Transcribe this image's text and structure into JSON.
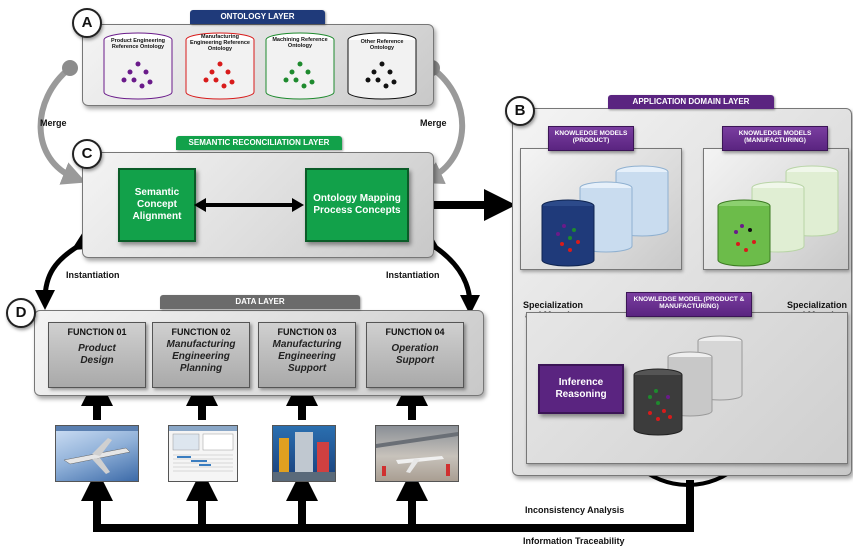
{
  "layers": {
    "ontology": {
      "badge": "A",
      "tab": "ONTOLOGY LAYER"
    },
    "application": {
      "badge": "B",
      "tab": "APPLICATION DOMAIN LAYER"
    },
    "semantic": {
      "badge": "C",
      "tab": "SEMANTIC RECONCILIATION LAYER"
    },
    "data": {
      "badge": "D",
      "tab": "DATA LAYER"
    }
  },
  "ontologies": [
    {
      "label": "Product Engineering Reference Ontology",
      "color": "#6a1b8a"
    },
    {
      "label": "Manufacturing Engineering Reference Ontology",
      "color": "#d81b1b"
    },
    {
      "label": "Machining Reference Ontology",
      "color": "#1e8a2e"
    },
    {
      "label": "Other Reference Ontology",
      "color": "#111111"
    }
  ],
  "semantic": {
    "box1": "Semantic Concept Alignment",
    "box2": "Ontology Mapping Process Concepts"
  },
  "arrows": {
    "merge_left": "Merge",
    "merge_right": "Merge",
    "inst_left": "Instantiation",
    "inst_right": "Instantiation",
    "spec_left": "Specialization and Mapping",
    "spec_right": "Specialization and Mapping",
    "inconsistency": "Inconsistency Analysis",
    "traceability": "Information Traceability"
  },
  "knowledge": {
    "product": "KNOWLEDGE MODELS (PRODUCT)",
    "manufacturing": "KNOWLEDGE MODELS (MANUFACTURING)",
    "combined": "KNOWLEDGE MODEL (PRODUCT & MANUFACTURING)",
    "inference": "Inference Reasoning"
  },
  "functions": [
    {
      "title": "FUNCTION 01",
      "body": "Product Design"
    },
    {
      "title": "FUNCTION 02",
      "body": "Manufacturing Engineering Planning"
    },
    {
      "title": "FUNCTION 03",
      "body": "Manufacturing Engineering Support"
    },
    {
      "title": "FUNCTION 04",
      "body": "Operation Support"
    }
  ],
  "colors": {
    "purple": "#5a2480",
    "green": "#12a14a",
    "navy": "#1f3a7a",
    "gray_tab": "#6b6b6b"
  }
}
